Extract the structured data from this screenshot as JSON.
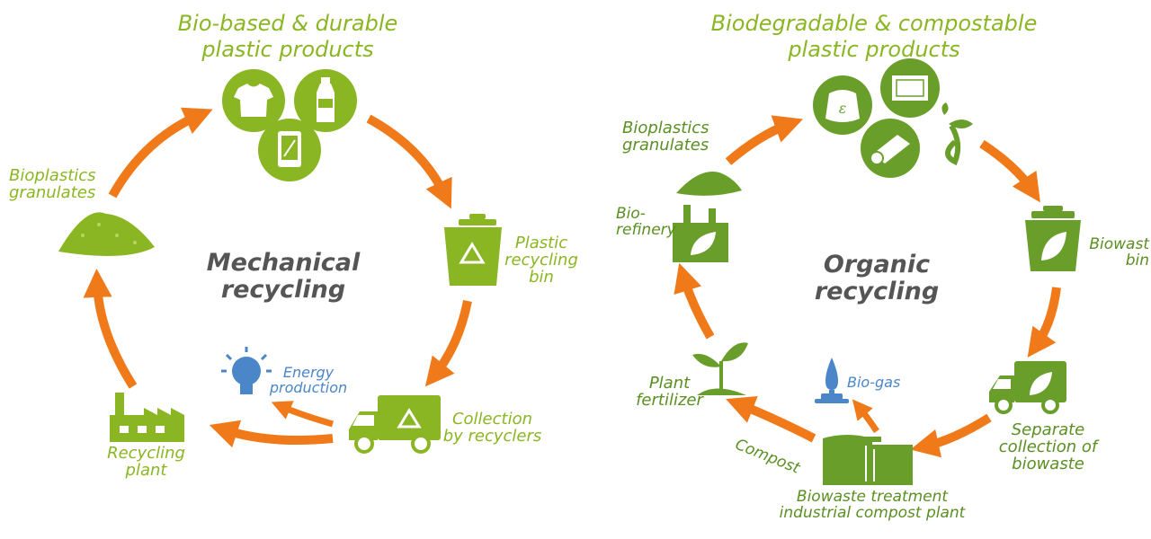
{
  "colors": {
    "arrow": "#f07a1a",
    "light_green": "#8bb623",
    "dark_green": "#5a8f22",
    "blue": "#4a86c8",
    "center_text": "#555555"
  },
  "mechanical": {
    "title_line1": "Bio-based & durable",
    "title_line2": "plastic products",
    "product_icons": [
      "t-shirt-icon",
      "bottle-icon",
      "tablet-icon"
    ],
    "center_line1": "Mechanical",
    "center_line2": "recycling",
    "granulates_line1": "Bioplastics",
    "granulates_line2": "granulates",
    "bin_line1": "Plastic",
    "bin_line2": "recycling",
    "bin_line3": "bin",
    "collection_line1": "Collection",
    "collection_line2": "by recyclers",
    "energy_line1": "Energy",
    "energy_line2": "production",
    "plant_line1": "Recycling",
    "plant_line2": "plant"
  },
  "organic": {
    "title_line1": "Biodegradable & compostable",
    "title_line2": "plastic products",
    "product_icons": [
      "compost-bag-icon",
      "film-icon",
      "roll-icon",
      "seedling-logo-icon"
    ],
    "center_line1": "Organic",
    "center_line2": "recycling",
    "granulates_line1": "Bioplastics",
    "granulates_line2": "granulates",
    "biorefinery_line1": "Bio-",
    "biorefinery_line2": "refinery",
    "bin_line1": "Biowast",
    "bin_line2": "bin",
    "collection_line1": "Separate",
    "collection_line2": "collection of",
    "collection_line3": "biowaste",
    "treatment_line1": "Biowaste treatment",
    "treatment_line2": "industrial compost plant",
    "biogas": "Bio-gas",
    "compost": "Compost",
    "fertilizer_line1": "Plant",
    "fertilizer_line2": "fertilizer"
  }
}
